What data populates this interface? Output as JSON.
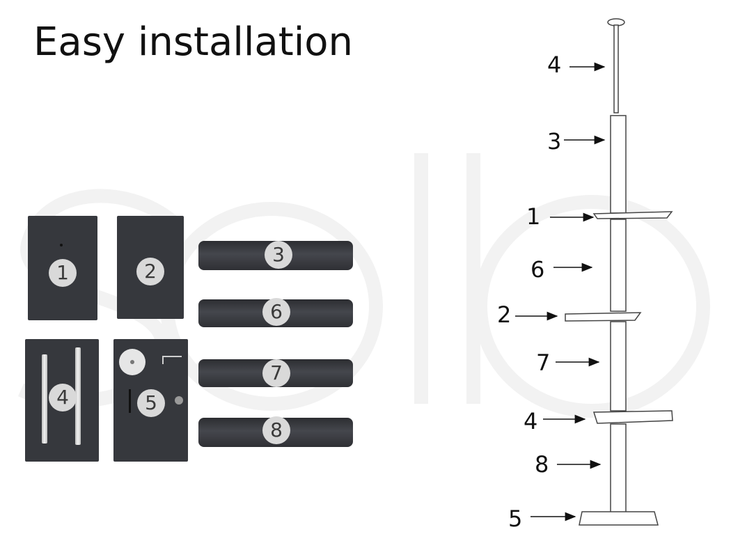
{
  "title": "Easy installation",
  "colors": {
    "part_fill": "#36383d",
    "badge_fill": "#d9d9d9",
    "badge_text": "#3a3a3a",
    "watermark": "#f2f2f2"
  },
  "parts": [
    {
      "id": "panel-1",
      "label": "1"
    },
    {
      "id": "panel-2",
      "label": "2"
    },
    {
      "id": "tube-3",
      "label": "3"
    },
    {
      "id": "tube-6",
      "label": "6"
    },
    {
      "id": "rods-4",
      "label": "4"
    },
    {
      "id": "hardware-5",
      "label": "5"
    },
    {
      "id": "tube-7",
      "label": "7"
    },
    {
      "id": "tube-8",
      "label": "8"
    }
  ],
  "callouts": [
    {
      "label": "4"
    },
    {
      "label": "3"
    },
    {
      "label": "1"
    },
    {
      "label": "6"
    },
    {
      "label": "2"
    },
    {
      "label": "7"
    },
    {
      "label": "4"
    },
    {
      "label": "8"
    },
    {
      "label": "5"
    }
  ]
}
